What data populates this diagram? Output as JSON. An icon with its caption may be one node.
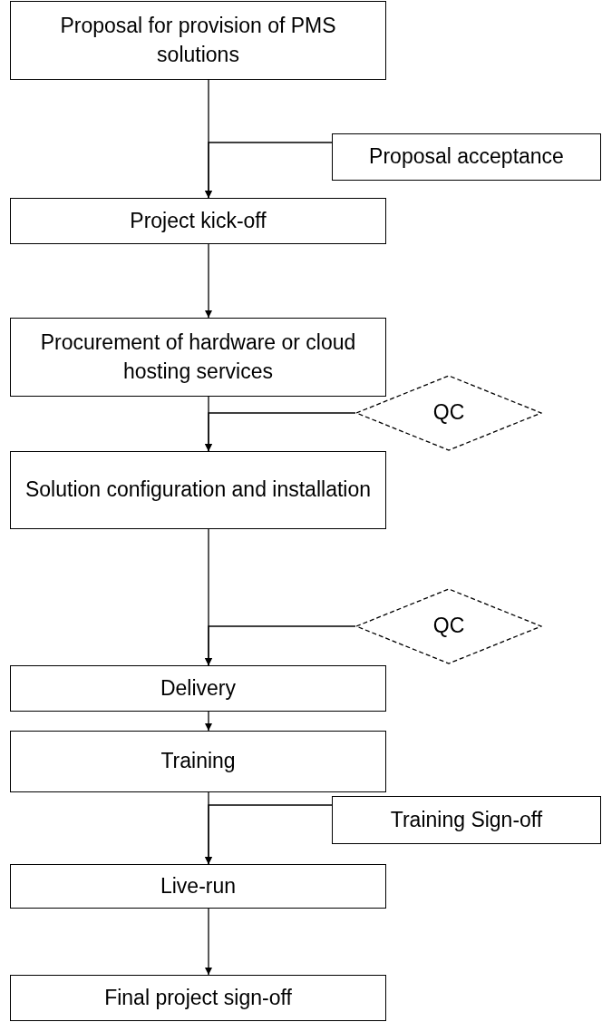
{
  "diagram": {
    "nodes": [
      {
        "text": [
          "Proposal for provision of PMS solutions"
        ]
      },
      {
        "text": [
          "Proposal acceptance"
        ]
      },
      {
        "text": [
          "Project kick-off"
        ]
      },
      {
        "text": [
          "Procurement of hardware or cloud hosting services"
        ]
      },
      {
        "text": [
          "QC"
        ]
      },
      {
        "text": [
          "Solution configuration and installation"
        ]
      },
      {
        "text": [
          "QC"
        ]
      },
      {
        "text": [
          "Delivery"
        ]
      },
      {
        "text": [
          "Training"
        ]
      },
      {
        "text": [
          "Training Sign-off"
        ]
      },
      {
        "text": [
          "Live-run"
        ]
      },
      {
        "text": [
          "Final project sign-off"
        ]
      }
    ],
    "edges": [
      {
        "from": 0,
        "to": 2,
        "arrow": "to"
      },
      {
        "from": 1,
        "to": 2,
        "arrow": "to"
      },
      {
        "from": 2,
        "to": 3,
        "arrow": "to"
      },
      {
        "from": 3,
        "to": 5,
        "arrow": "to"
      },
      {
        "from": 4,
        "to": 5,
        "arrow": "to"
      },
      {
        "from": 5,
        "to": 7,
        "arrow": "to"
      },
      {
        "from": 6,
        "to": 7,
        "arrow": "to"
      },
      {
        "from": 7,
        "to": 8,
        "arrow": "to"
      },
      {
        "from": 8,
        "to": 10,
        "arrow": "to"
      },
      {
        "from": 9,
        "to": 10,
        "arrow": "to"
      },
      {
        "from": 10,
        "to": 11,
        "arrow": "to"
      }
    ]
  }
}
